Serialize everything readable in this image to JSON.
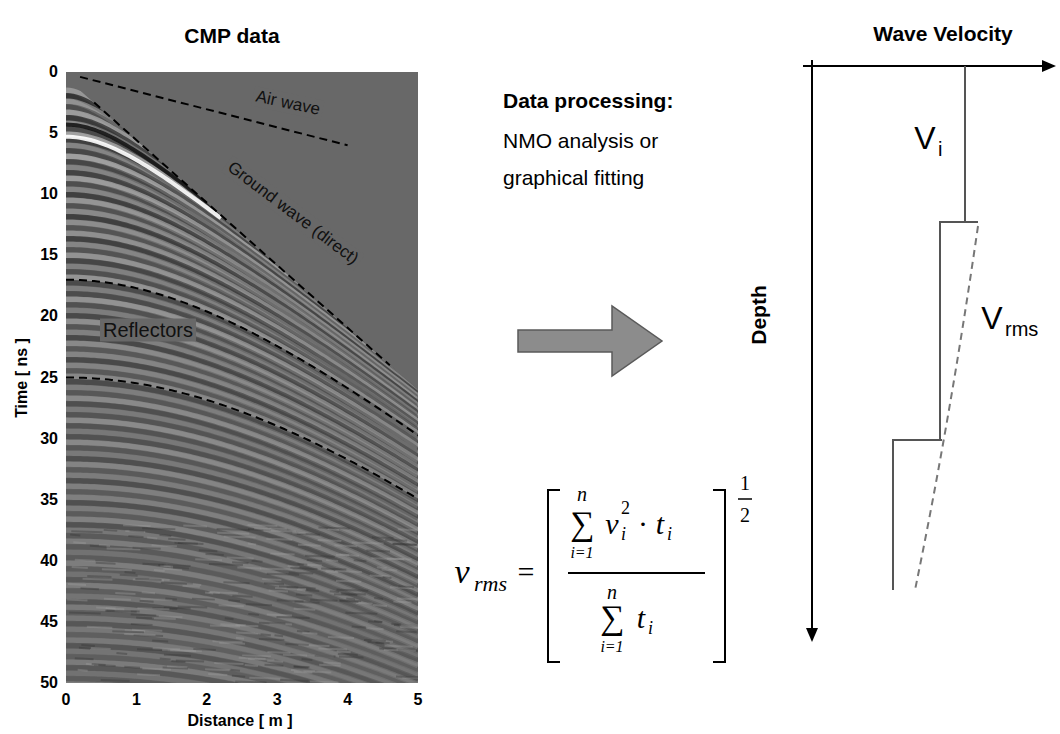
{
  "diagram": {
    "labels": [
      "CMP data",
      "Wave Velocity",
      "Data processing:",
      "NMO analysis or graphical fitting",
      "Air wave",
      "Ground wave (direct)",
      "Reflectors",
      "V",
      "i",
      "V",
      "rms",
      "Depth",
      "0",
      "5",
      "10",
      "15",
      "20",
      "25",
      "30",
      "35",
      "40",
      "45",
      "50",
      "Time [ ns ]",
      "0",
      "1",
      "2",
      "3",
      "4",
      "5",
      "Distance [ m ]",
      "v",
      "rms",
      "=",
      "n",
      "∑",
      "i=1",
      "v",
      "i",
      "2",
      "·",
      "t",
      "i",
      "n",
      "∑",
      "i=1",
      "t",
      "i",
      "1",
      "2"
    ]
  }
}
